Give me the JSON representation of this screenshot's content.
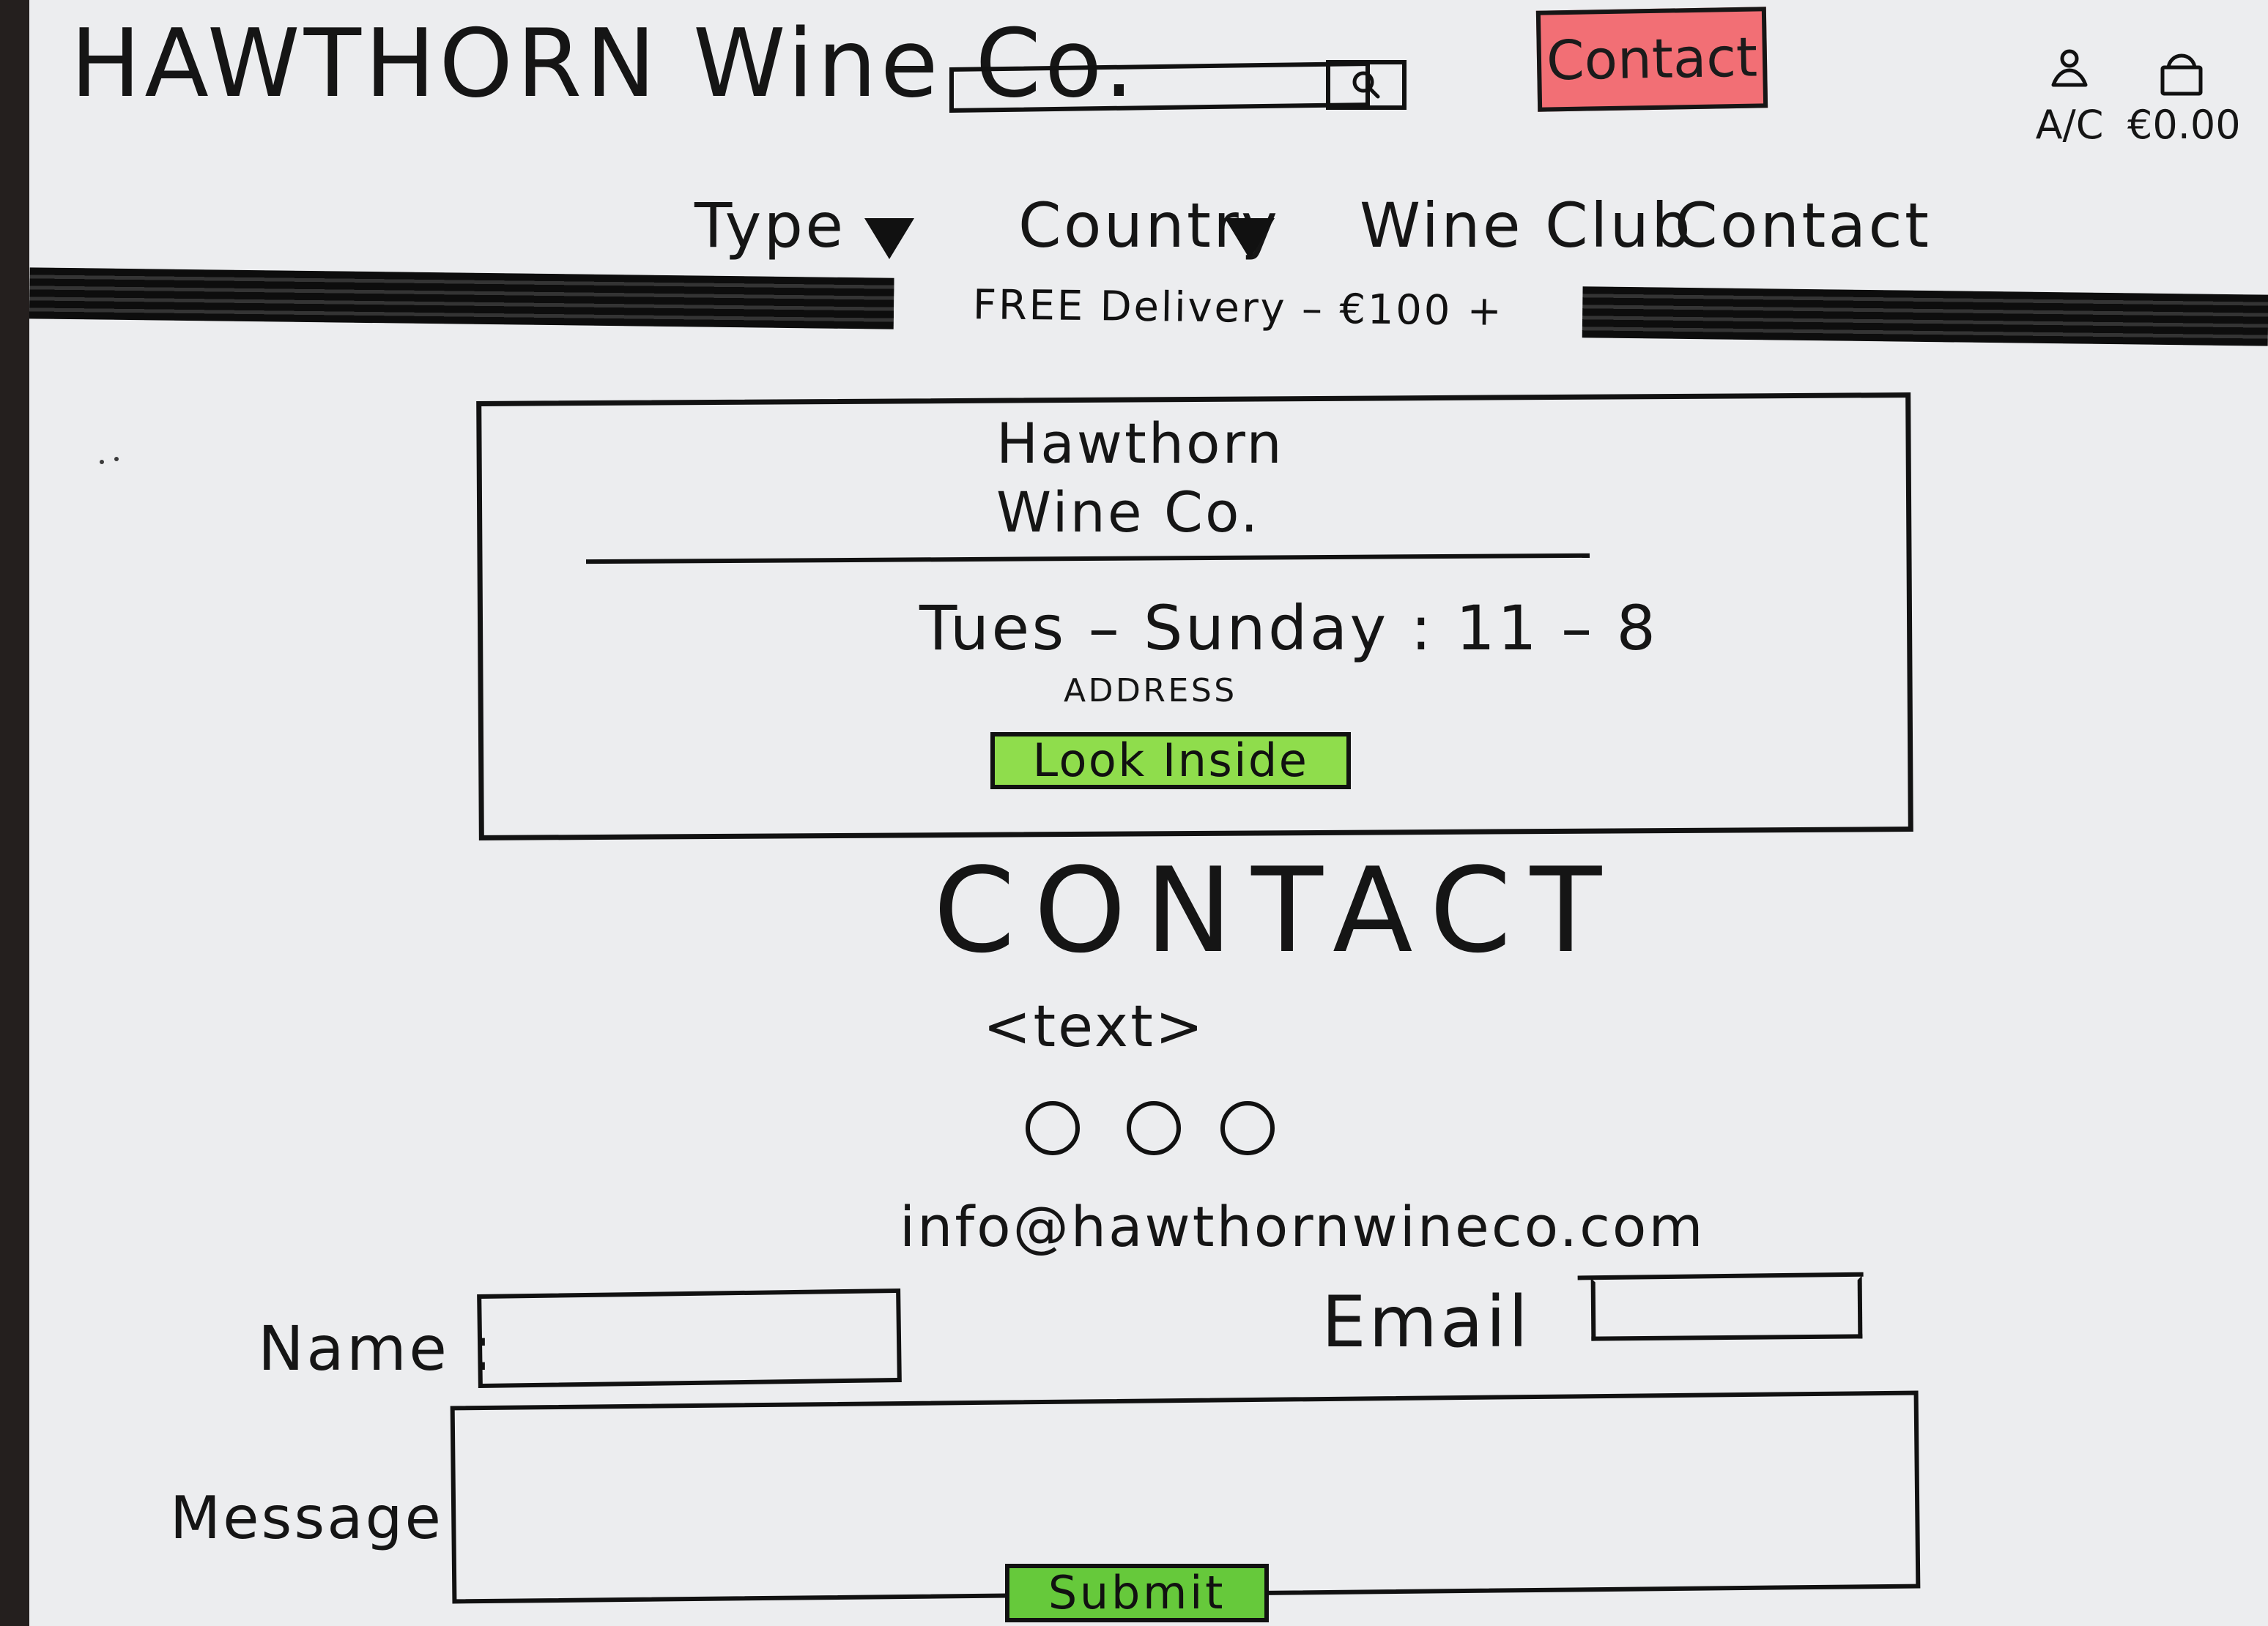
{
  "header": {
    "brand": "HAWTHORN Wine Co.",
    "contact_button": "Contact",
    "account_label": "A/C",
    "cart_total": "€0.00"
  },
  "search": {
    "button_icon": "search-icon"
  },
  "nav": {
    "items": [
      {
        "label": "Type",
        "icon": "caret-down-icon"
      },
      {
        "label": "Country",
        "icon": "caret-down-icon"
      },
      {
        "label": "Wine Club"
      },
      {
        "label": "Contact"
      }
    ]
  },
  "banner": {
    "text": "FREE Delivery – €100 +"
  },
  "hero": {
    "title_line_1": "Hawthorn",
    "title_line_2": "Wine Co.",
    "hours": "Tues – Sunday : 11 – 8",
    "address": "ADDRESS",
    "button": "Look Inside"
  },
  "contact": {
    "title": "CONTACT",
    "text": "<text>",
    "email": "info@hawthornwineco.com",
    "social_icons": [
      "circle-icon",
      "circle-icon",
      "circle-icon"
    ]
  },
  "form": {
    "name_label": "Name :",
    "email_label": "Email",
    "message_label": "Message",
    "submit": "Submit"
  },
  "colors": {
    "paper": "#ecedef",
    "ink": "#111111",
    "contact_highlight": "#f26f75",
    "green_button": "#8fdd4c",
    "submit_green": "#66c93b"
  }
}
